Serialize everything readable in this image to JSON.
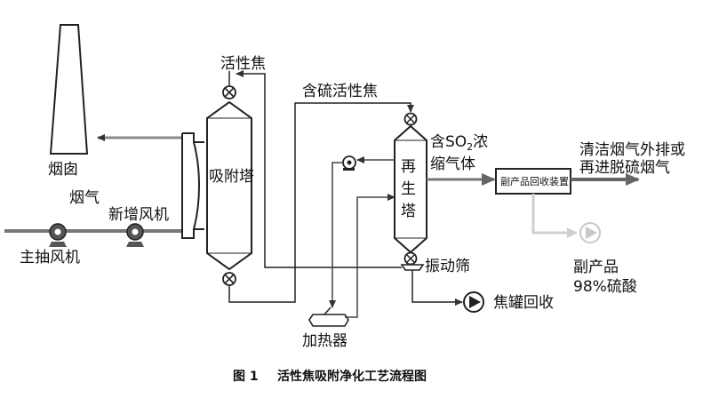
{
  "labels": {
    "chimney": "烟囱",
    "flue_gas": "烟气",
    "new_fan": "新增风机",
    "main_fan": "主抽风机",
    "adsorber": "吸附塔",
    "activated_coke": "活性焦",
    "sulfur_coke": "含硫活性焦",
    "regenerator_top": "再",
    "regenerator_bottom": "生",
    "regenerator_last": "塔",
    "so2_gas_a": "含SO",
    "so2_sub": "2",
    "so2_gas_b": "浓",
    "so2_gas_line2": "缩气体",
    "recovery_unit": "副产品回收装置",
    "clean_gas_line1": "清洁烟气外排或",
    "clean_gas_line2": "再进脱硫烟气",
    "vibrating_screen": "振动筛",
    "heater": "加热器",
    "coke_tank": "焦罐回收",
    "byproduct_line1": "副产品",
    "byproduct_line2": "98%硫酸"
  },
  "caption": {
    "figure_no": "图 1",
    "title": "活性焦吸附净化工艺流程图"
  },
  "colors": {
    "line": "#222222",
    "gas_line": "#777777",
    "faded": "#c8c8c8"
  }
}
